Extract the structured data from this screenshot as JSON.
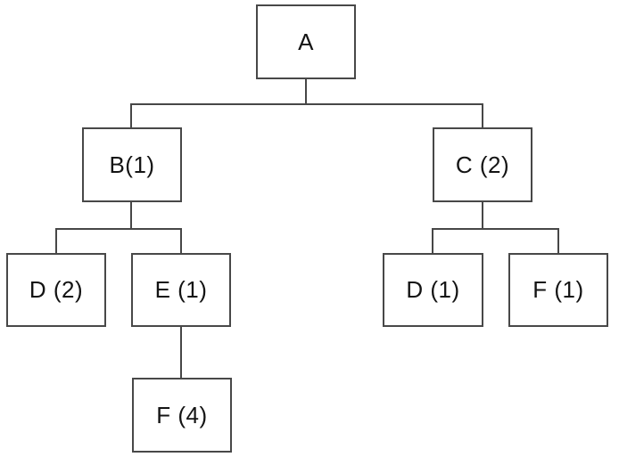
{
  "diagram": {
    "type": "tree",
    "background_color": "#ffffff",
    "line_color": "#474747",
    "text_color": "#141414",
    "nodes": {
      "a": {
        "label": "A"
      },
      "b": {
        "label": "B(1)"
      },
      "c": {
        "label": "C (2)"
      },
      "d2": {
        "label": "D (2)"
      },
      "e1": {
        "label": "E (1)"
      },
      "d1": {
        "label": "D (1)"
      },
      "f1": {
        "label": "F (1)"
      },
      "f4": {
        "label": "F (4)"
      }
    },
    "edges": [
      {
        "from": "a",
        "to": "b"
      },
      {
        "from": "a",
        "to": "c"
      },
      {
        "from": "b",
        "to": "d2"
      },
      {
        "from": "b",
        "to": "e1"
      },
      {
        "from": "c",
        "to": "d1"
      },
      {
        "from": "c",
        "to": "f1"
      },
      {
        "from": "e1",
        "to": "f4"
      }
    ]
  }
}
